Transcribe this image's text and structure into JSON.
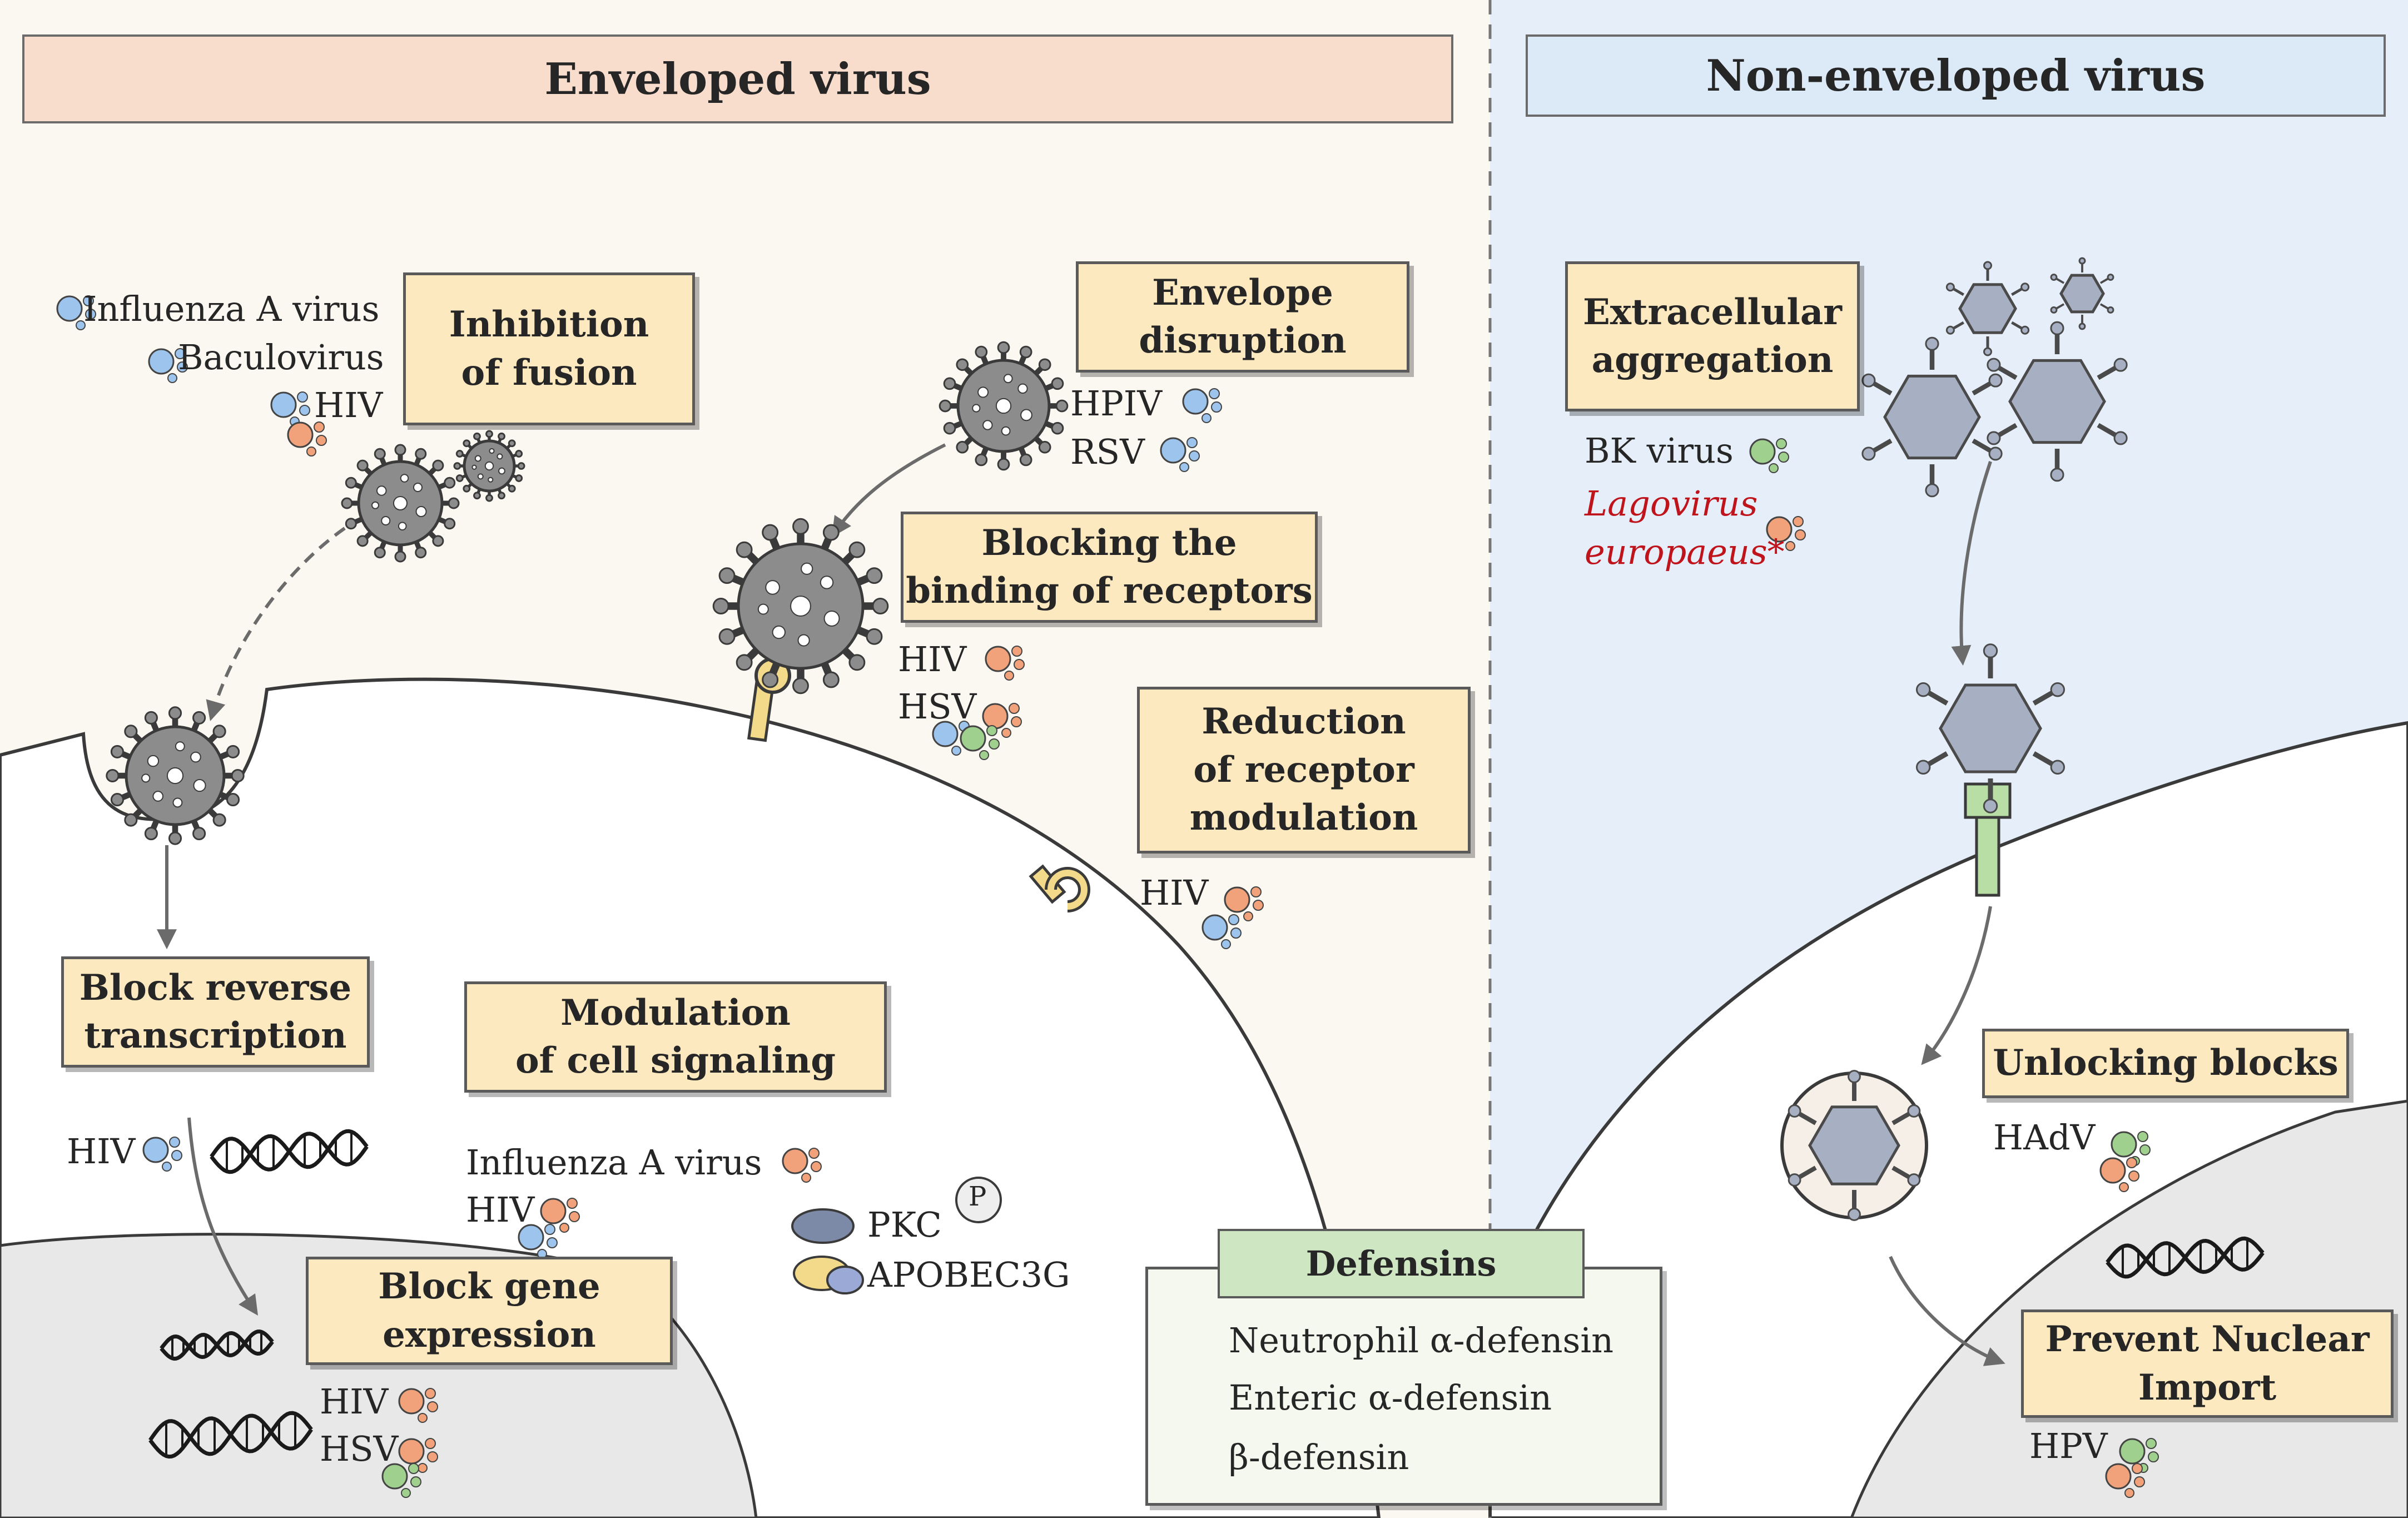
{
  "colors": {
    "enveloped_bg": "#fbf7f1",
    "enveloped_header": "#f8dccc",
    "nonenveloped_bg": "#e6eff9",
    "nonenveloped_header": "#dce9f7",
    "box_fill": "#fde9bf",
    "neutrophil": "#f2a27a",
    "enteric": "#9fd08e",
    "beta": "#9cc4ec",
    "virus_enveloped": "#8c8c8c",
    "virus_nonenveloped": "#a7b0c2",
    "legend_header": "#cfe6c2",
    "red_label": "#c0141c"
  },
  "headers": {
    "enveloped": "Enveloped virus",
    "nonenveloped": "Non-enveloped virus"
  },
  "boxes": {
    "inhibition_fusion": "Inhibition\nof fusion",
    "envelope_disruption": "Envelope\ndisruption",
    "blocking_receptors": "Blocking the\nbinding of receptors",
    "reduction_receptor": "Reduction\nof receptor\nmodulation",
    "block_reverse": "Block reverse\ntranscription",
    "modulation_signaling": "Modulation\nof cell signaling",
    "block_gene": "Block gene\nexpression",
    "extracellular_aggregation": "Extracellular\naggregation",
    "unlocking_blocks": "Unlocking blocks",
    "prevent_nuclear": "Prevent Nuclear\nImport"
  },
  "labels": {
    "influenza_a": "Influenza A virus",
    "baculovirus": "Baculovirus",
    "hiv_fusion": "HIV",
    "hpiv": "HPIV",
    "rsv": "RSV",
    "hiv_binding": "HIV",
    "hsv_binding": "HSV",
    "hiv_reduction": "HIV",
    "hiv_reverse": "HIV",
    "influenza_signaling": "Influenza A virus",
    "hiv_signaling": "HIV",
    "pkc": "PKC",
    "phospho": "P",
    "apobec": "APOBEC3G",
    "hiv_gene": "HIV",
    "hsv_gene": "HSV",
    "bk_virus": "BK virus",
    "lagovirus_1": "Lagovirus",
    "lagovirus_2": "europaeus*",
    "hadv": "HAdV",
    "hpv": "HPV"
  },
  "legend": {
    "title": "Defensins",
    "items": [
      {
        "label": "Neutrophil α-defensin",
        "color": "#f2a27a"
      },
      {
        "label": "Enteric α-defensin",
        "color": "#9fd08e"
      },
      {
        "label": "β-defensin",
        "color": "#9cc4ec"
      }
    ]
  }
}
